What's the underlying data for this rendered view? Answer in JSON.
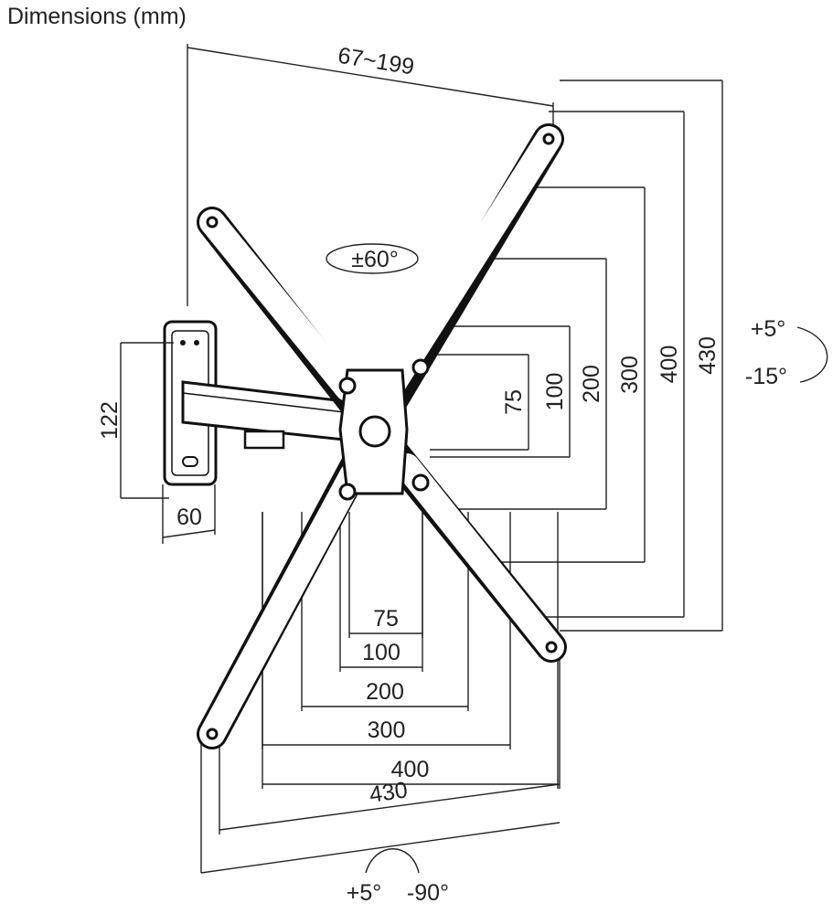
{
  "title": "Dimensions (mm)",
  "depth_range": "67~199",
  "swivel": "±60°",
  "tilt": {
    "up": "+5°",
    "down": "-15°"
  },
  "wall_plate": {
    "height": "122",
    "width": "60"
  },
  "vesa_vertical": [
    "75",
    "100",
    "200",
    "300",
    "400",
    "430"
  ],
  "vesa_horizontal": [
    "75",
    "100",
    "200",
    "300",
    "400",
    "430"
  ],
  "rotation": {
    "cw": "+5°",
    "ccw": "-90°"
  }
}
